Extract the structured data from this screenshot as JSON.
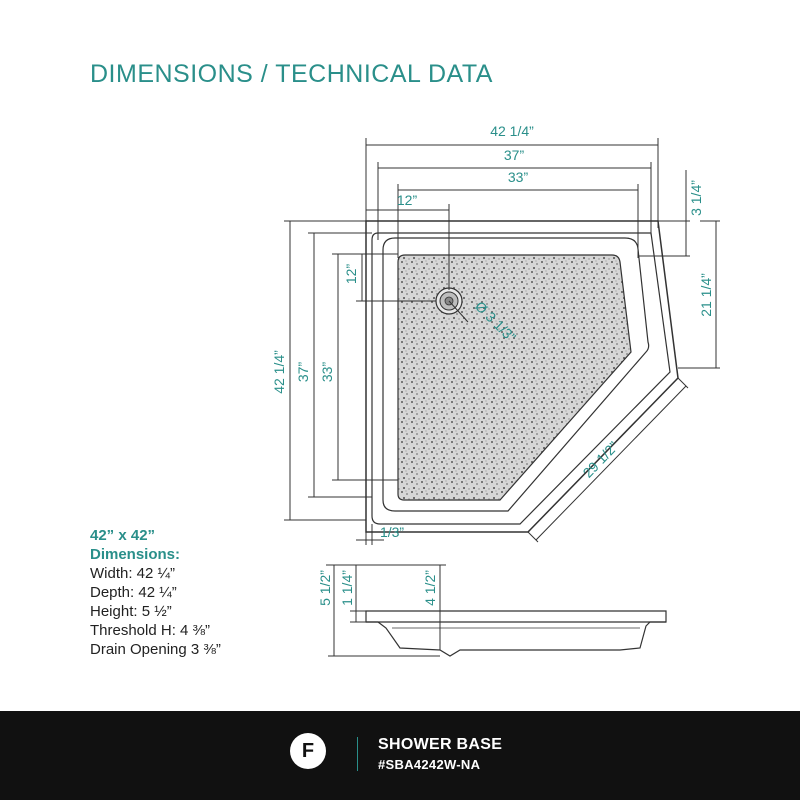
{
  "title": "DIMENSIONS / TECHNICAL DATA",
  "colors": {
    "accent": "#2a8f8a",
    "footer_bg": "#111111",
    "line": "#333333"
  },
  "drawing": {
    "top_view_labels": {
      "overall_width": "42 1/4”",
      "outer_rim_width": "37”",
      "inner_width": "33”",
      "drain_offset_x": "12”",
      "flange_depth": "3 1/4”",
      "drain_offset_y": "12”",
      "drain_diameter": "Ø 3 1/3”",
      "side_depth": "21 1/4”",
      "overall_depth": "42 1/4”",
      "outer_rim_depth": "37”",
      "inner_depth": "33”",
      "angled_side": "29 1/2”",
      "rim_thickness": "1/3”"
    },
    "side_view_labels": {
      "height": "5 1/2”",
      "step_height": "1 1/4”",
      "threshold_height": "4 1/2”"
    }
  },
  "specs": {
    "size": "42” x 42”",
    "heading": "Dimensions:",
    "width": "Width: 42 ¼”",
    "depth": "Depth: 42 ¼”",
    "height": "Height: 5 ½”",
    "threshold": "Threshold H: 4 ⅜”",
    "drain": "Drain Opening 3 ⅜”"
  },
  "footer": {
    "logo_letter": "F",
    "product_name": "SHOWER BASE",
    "sku": "#SBA4242W-NA"
  }
}
